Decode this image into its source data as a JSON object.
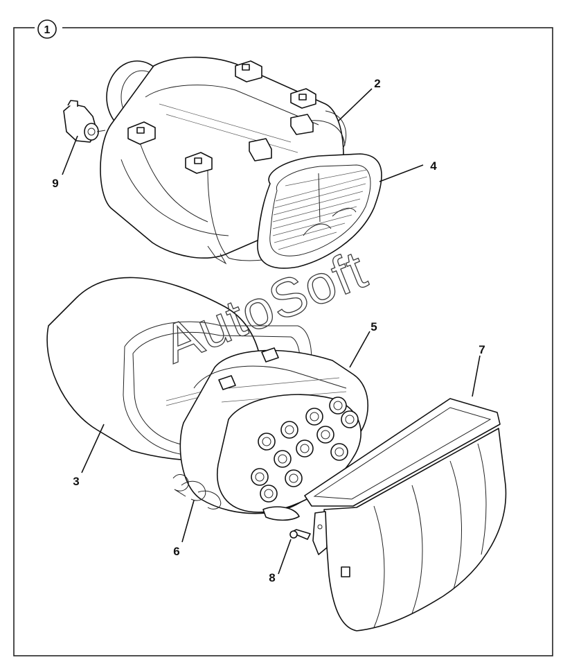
{
  "figure": {
    "number": "1"
  },
  "watermark": "AutoSoft",
  "callouts": [
    {
      "id": "2",
      "label": "2"
    },
    {
      "id": "3",
      "label": "3"
    },
    {
      "id": "4",
      "label": "4"
    },
    {
      "id": "5",
      "label": "5"
    },
    {
      "id": "6",
      "label": "6"
    },
    {
      "id": "7",
      "label": "7"
    },
    {
      "id": "8",
      "label": "8"
    },
    {
      "id": "9",
      "label": "9"
    }
  ],
  "colors": {
    "line": "#111111",
    "background": "#ffffff"
  }
}
